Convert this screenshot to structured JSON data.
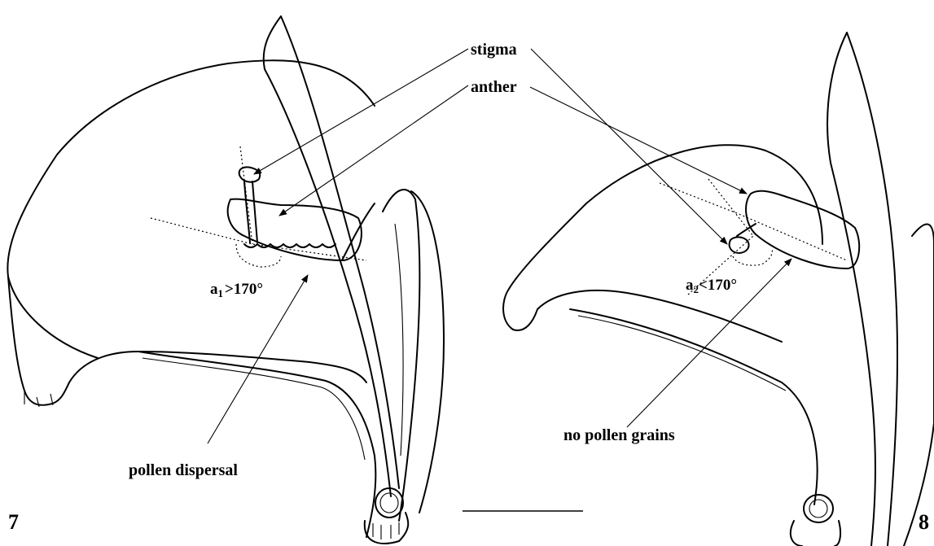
{
  "labels": {
    "stigma": "stigma",
    "anther": "anther",
    "pollen_dispersal": "pollen dispersal",
    "no_pollen_grains": "no pollen grains",
    "angle_left_sym": "a",
    "angle_left_sub": "1",
    "angle_left_rel": ">170°",
    "angle_right_sym": "a",
    "angle_right_sub": "2",
    "angle_right_rel": "<170°",
    "figure_left": "7",
    "figure_right": "8"
  }
}
